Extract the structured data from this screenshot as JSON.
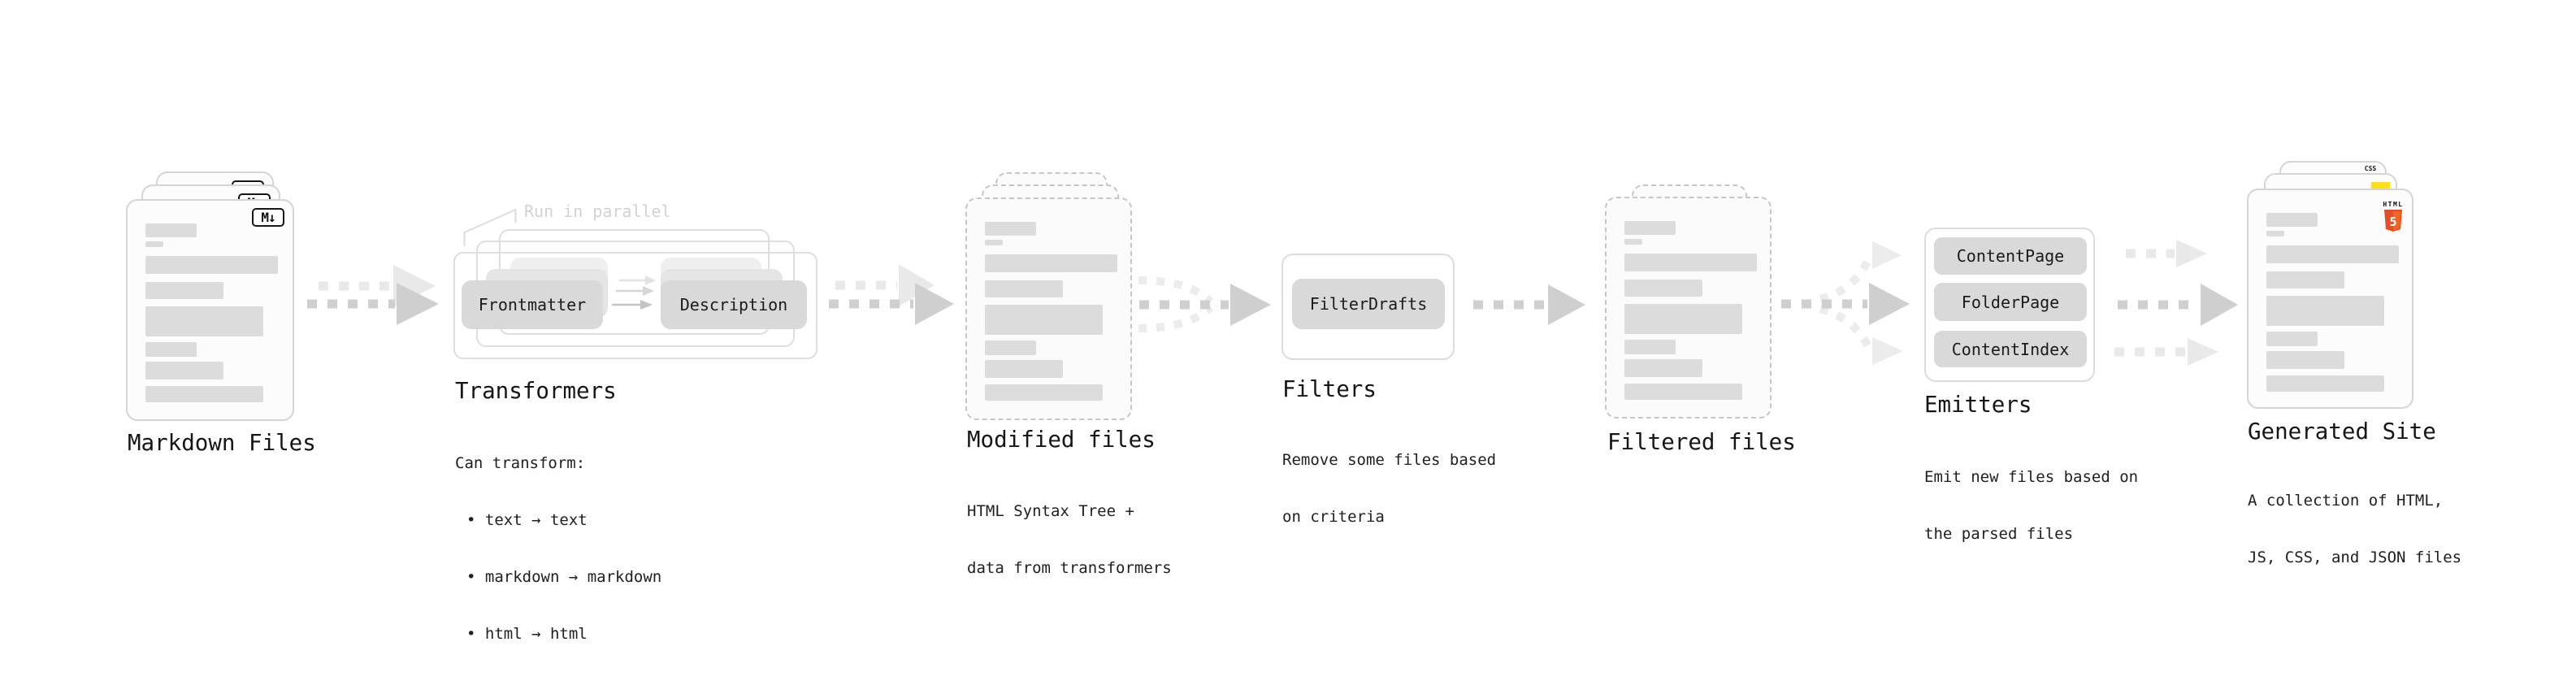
{
  "stations": {
    "markdown": {
      "title": "Markdown Files"
    },
    "transformers": {
      "title": "Transformers",
      "annotation": "Run in parallel",
      "pills": [
        "Frontmatter",
        "Description"
      ],
      "lines": [
        "Can transform:",
        "• text → text",
        "• markdown → markdown",
        "• html → html"
      ]
    },
    "modified": {
      "title": "Modified files",
      "lines": [
        "HTML Syntax Tree +",
        "data from transformers"
      ]
    },
    "filters": {
      "title": "Filters",
      "pills": [
        "FilterDrafts"
      ],
      "lines": [
        "Remove some files based",
        "on criteria"
      ]
    },
    "filtered": {
      "title": "Filtered files"
    },
    "emitters": {
      "title": "Emitters",
      "pills": [
        "ContentPage",
        "FolderPage",
        "ContentIndex"
      ],
      "lines": [
        "Emit new files based on",
        "the parsed files"
      ]
    },
    "generated": {
      "title": "Generated Site",
      "lines": [
        "A collection of HTML,",
        "JS, CSS, and JSON files"
      ]
    }
  },
  "badges": {
    "markdown": "M↓",
    "css": "CSS",
    "html5_label": "HTML",
    "html5_number": "5"
  },
  "colors": {
    "js_yellow": "#ffdf1b",
    "css_blue": "#2b62e8",
    "html5_orange": "#e44d26",
    "html5_orange_light": "#f16529",
    "arrow_gray": "#cfcfcf",
    "arrow_light": "#e9e9e9",
    "pill_gray": "#d9d9d9"
  }
}
